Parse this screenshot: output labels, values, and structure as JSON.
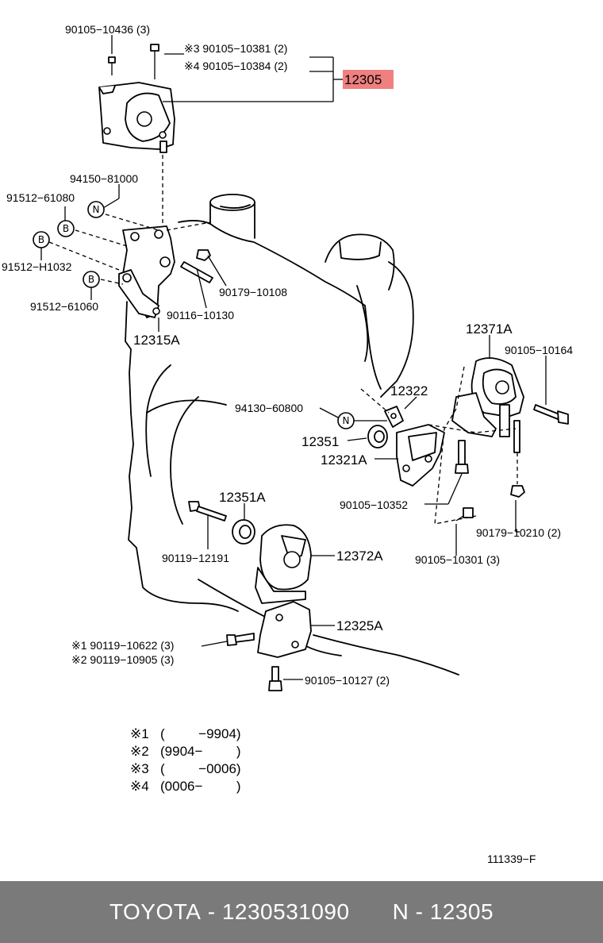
{
  "diagram": {
    "parts": {
      "p_90105_10436": "90105−10436 (3)",
      "p_90105_10381": "※3 90105−10381 (2)",
      "p_90105_10384": "※4 90105−10384 (2)",
      "p_12305": "12305",
      "p_94150_81000": "94150−81000",
      "p_91512_61080": "91512−61080",
      "p_91512_H1032": "91512−H1032",
      "p_91512_61060": "91512−61060",
      "p_90179_10108": "90179−10108",
      "p_90116_10130": "90116−10130",
      "p_12315A": "12315A",
      "p_12371A": "12371A",
      "p_90105_10164": "90105−10164",
      "p_12322": "12322",
      "p_94130_60800": "94130−60800",
      "p_12351": "12351",
      "p_12321A": "12321A",
      "p_90105_10352": "90105−10352",
      "p_90179_10210": "90179−10210 (2)",
      "p_90105_10301": "90105−10301 (3)",
      "p_12351A": "12351A",
      "p_90119_12191": "90119−12191",
      "p_12372A": "12372A",
      "p_12325A": "12325A",
      "p_90119_10622": "※1  90119−10622 (3)",
      "p_90119_10905": "※2  90119−10905 (3)",
      "p_90105_10127": "90105−10127 (2)"
    },
    "circle_marks": {
      "N": "N",
      "B": "B"
    },
    "notes": [
      {
        "mark": "※1",
        "range": "(         −9904)"
      },
      {
        "mark": "※2",
        "range": "(9904−         )"
      },
      {
        "mark": "※3",
        "range": "(         −0006)"
      },
      {
        "mark": "※4",
        "range": "(0006−         )"
      }
    ],
    "ref_code": "111339−F",
    "highlight_color": "#f08080"
  },
  "footer": {
    "brand": "TOYOTA",
    "part_number": "1230531090",
    "variant": "N",
    "code": "12305",
    "sep": " - "
  }
}
